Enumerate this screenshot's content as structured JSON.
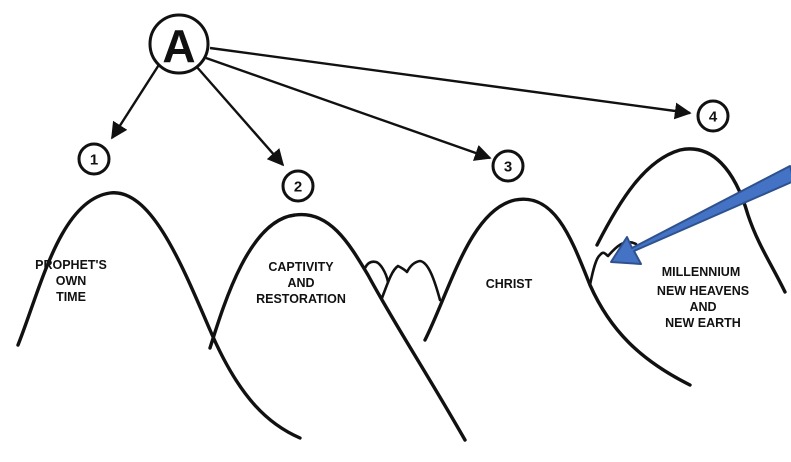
{
  "diagram": {
    "source_label": "A",
    "numbers": [
      "1",
      "2",
      "3",
      "4"
    ],
    "mountains": {
      "m1": [
        "PROPHET'S",
        "OWN",
        "TIME"
      ],
      "m2": [
        "CAPTIVITY",
        "AND",
        "RESTORATION"
      ],
      "m3": [
        "CHRIST"
      ],
      "m4": [
        "MILLENNIUM",
        "NEW HEAVENS",
        "AND",
        "NEW EARTH"
      ]
    },
    "colors": {
      "ink": "#111111",
      "pointer_fill": "#4472c4",
      "pointer_stroke": "#2f528f"
    }
  }
}
